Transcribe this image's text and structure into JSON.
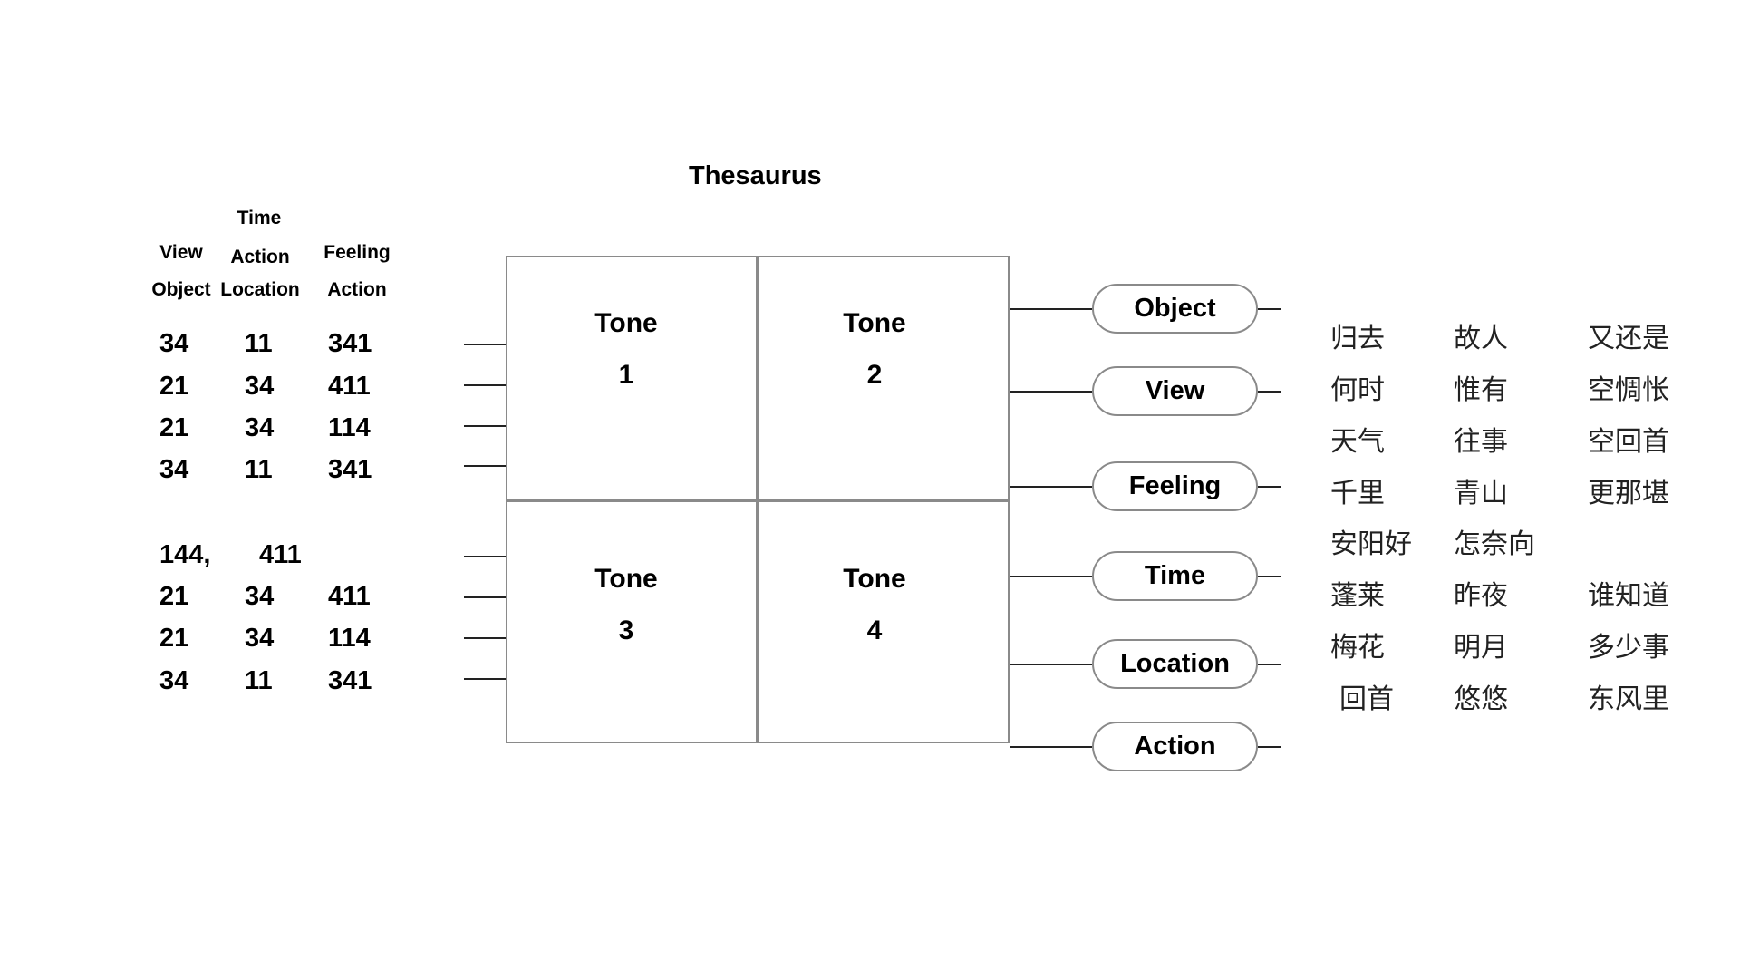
{
  "title": "Thesaurus",
  "headers": [
    "Time",
    "View",
    "Action",
    "Feeling",
    "Object",
    "Location",
    "Action"
  ],
  "numbers_group1": [
    [
      "34",
      "11",
      "341"
    ],
    [
      "21",
      "34",
      "411"
    ],
    [
      "21",
      "34",
      "114"
    ],
    [
      "34",
      "11",
      "341"
    ]
  ],
  "numbers_group2_first": [
    "144,",
    "411"
  ],
  "numbers_group2": [
    [
      "21",
      "34",
      "411"
    ],
    [
      "21",
      "34",
      "114"
    ],
    [
      "34",
      "11",
      "341"
    ]
  ],
  "tones": [
    {
      "label": "Tone",
      "num": "1"
    },
    {
      "label": "Tone",
      "num": "2"
    },
    {
      "label": "Tone",
      "num": "3"
    },
    {
      "label": "Tone",
      "num": "4"
    }
  ],
  "categories": [
    "Object",
    "View",
    "Feeling",
    "Time",
    "Location",
    "Action"
  ],
  "words": [
    [
      "归去",
      "故人",
      "又还是"
    ],
    [
      "何时",
      "惟有",
      "空惆怅"
    ],
    [
      "天气",
      "往事",
      "空回首"
    ],
    [
      "千里",
      "青山",
      "更那堪"
    ],
    [
      "安阳好",
      "怎奈向",
      ""
    ],
    [
      "蓬莱",
      "昨夜",
      "谁知道"
    ],
    [
      "梅花",
      "明月",
      "多少事"
    ],
    [
      "回首",
      "悠悠",
      "东风里"
    ]
  ]
}
